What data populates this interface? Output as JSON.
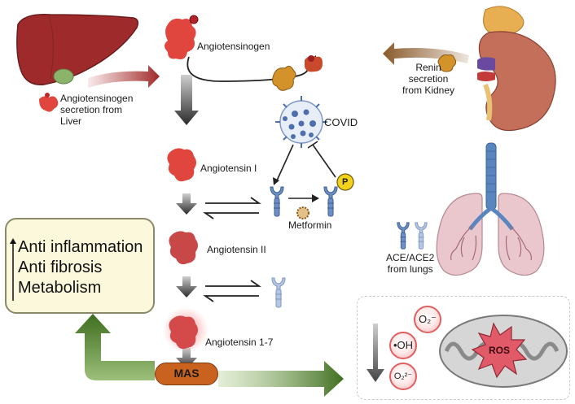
{
  "labels": {
    "angiotensinogen": "Angiotensinogen",
    "liver_secretion": "Angiotensinogen\nsecretion from\nLiver",
    "renin_secretion": "Renin\nsecretion\nfrom Kidney",
    "covid": "COVID",
    "angiotensin_1": "Angiotensin I",
    "metformin": "Metformin",
    "phospho": "P",
    "angiotensin_2": "Angiotensin II",
    "ace_from_lungs": "ACE/ACE2\nfrom lungs",
    "angiotensin_1_7": "Angiotensin 1-7",
    "mas": "MAS",
    "ros": "ROS"
  },
  "effects": {
    "line1": "Anti inflammation",
    "line2": "Anti fibrosis",
    "line3": "Metabolism"
  },
  "radicals": {
    "o2_minus": "O₂⁻",
    "oh": "•OH",
    "o2_2minus": "O₂²⁻"
  },
  "colors": {
    "liver": "#9e2a2b",
    "kidney": "#b86a55",
    "lungs": "#e9c7cd",
    "trachea": "#5a86c0",
    "angiotensin": "#e0463e",
    "receptor": "#6d8fc4",
    "mas": "#c8621e",
    "effects_box": "#fbf8dc",
    "green_arrow": "#4f7d2b",
    "ros_burst": "#e05a68"
  }
}
